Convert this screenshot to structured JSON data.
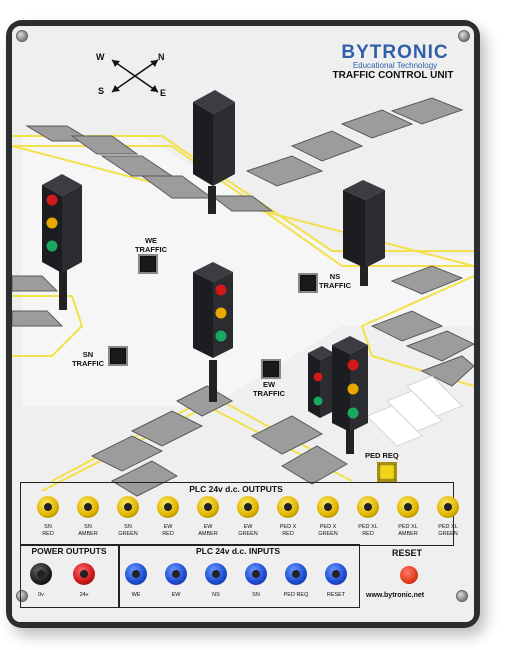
{
  "brand": {
    "name": "BYTRONIC",
    "tagline": "Educational Technology",
    "unit": "TRAFFIC CONTROL UNIT",
    "color": "#2f5fa8"
  },
  "compass": {
    "n": "N",
    "s": "S",
    "e": "E",
    "w": "W"
  },
  "buttons": {
    "we_traffic": [
      "WE",
      "TRAFFIC"
    ],
    "ns_traffic": [
      "NS",
      "TRAFFIC"
    ],
    "sn_traffic": [
      "SN",
      "TRAFFIC"
    ],
    "ew_traffic": [
      "EW",
      "TRAFFIC"
    ],
    "ped_req": "PED REQ"
  },
  "outputs": {
    "title": "PLC  24v d.c.  OUTPUTS",
    "sockets": [
      [
        "SN",
        "RED"
      ],
      [
        "SN",
        "AMBER"
      ],
      [
        "SN",
        "GREEN"
      ],
      [
        "EW",
        "RED"
      ],
      [
        "EW",
        "AMBER"
      ],
      [
        "EW",
        "GREEN"
      ],
      [
        "PED X",
        "RED"
      ],
      [
        "PED X",
        "GREEN"
      ],
      [
        "PED XL",
        "RED"
      ],
      [
        "PED XL",
        "AMBER"
      ],
      [
        "PED XL",
        "GREEN"
      ]
    ]
  },
  "power": {
    "title": "POWER OUTPUTS",
    "sockets": [
      "0v",
      "24v"
    ]
  },
  "inputs": {
    "title": "PLC  24v d.c.  INPUTS",
    "sockets": [
      "WE",
      "EW",
      "NS",
      "SN",
      "PED REQ",
      "RESET"
    ]
  },
  "reset": {
    "title": "RESET",
    "url": "www.bytronic.net"
  },
  "colors": {
    "socket_yellow": "#e0b800",
    "socket_blue": "#1f4fd6",
    "socket_red": "#cf1b1b",
    "road_line": "#f2e14a",
    "lamp_red": "#d21818",
    "lamp_amber": "#e8a800",
    "lamp_green": "#18a860"
  }
}
